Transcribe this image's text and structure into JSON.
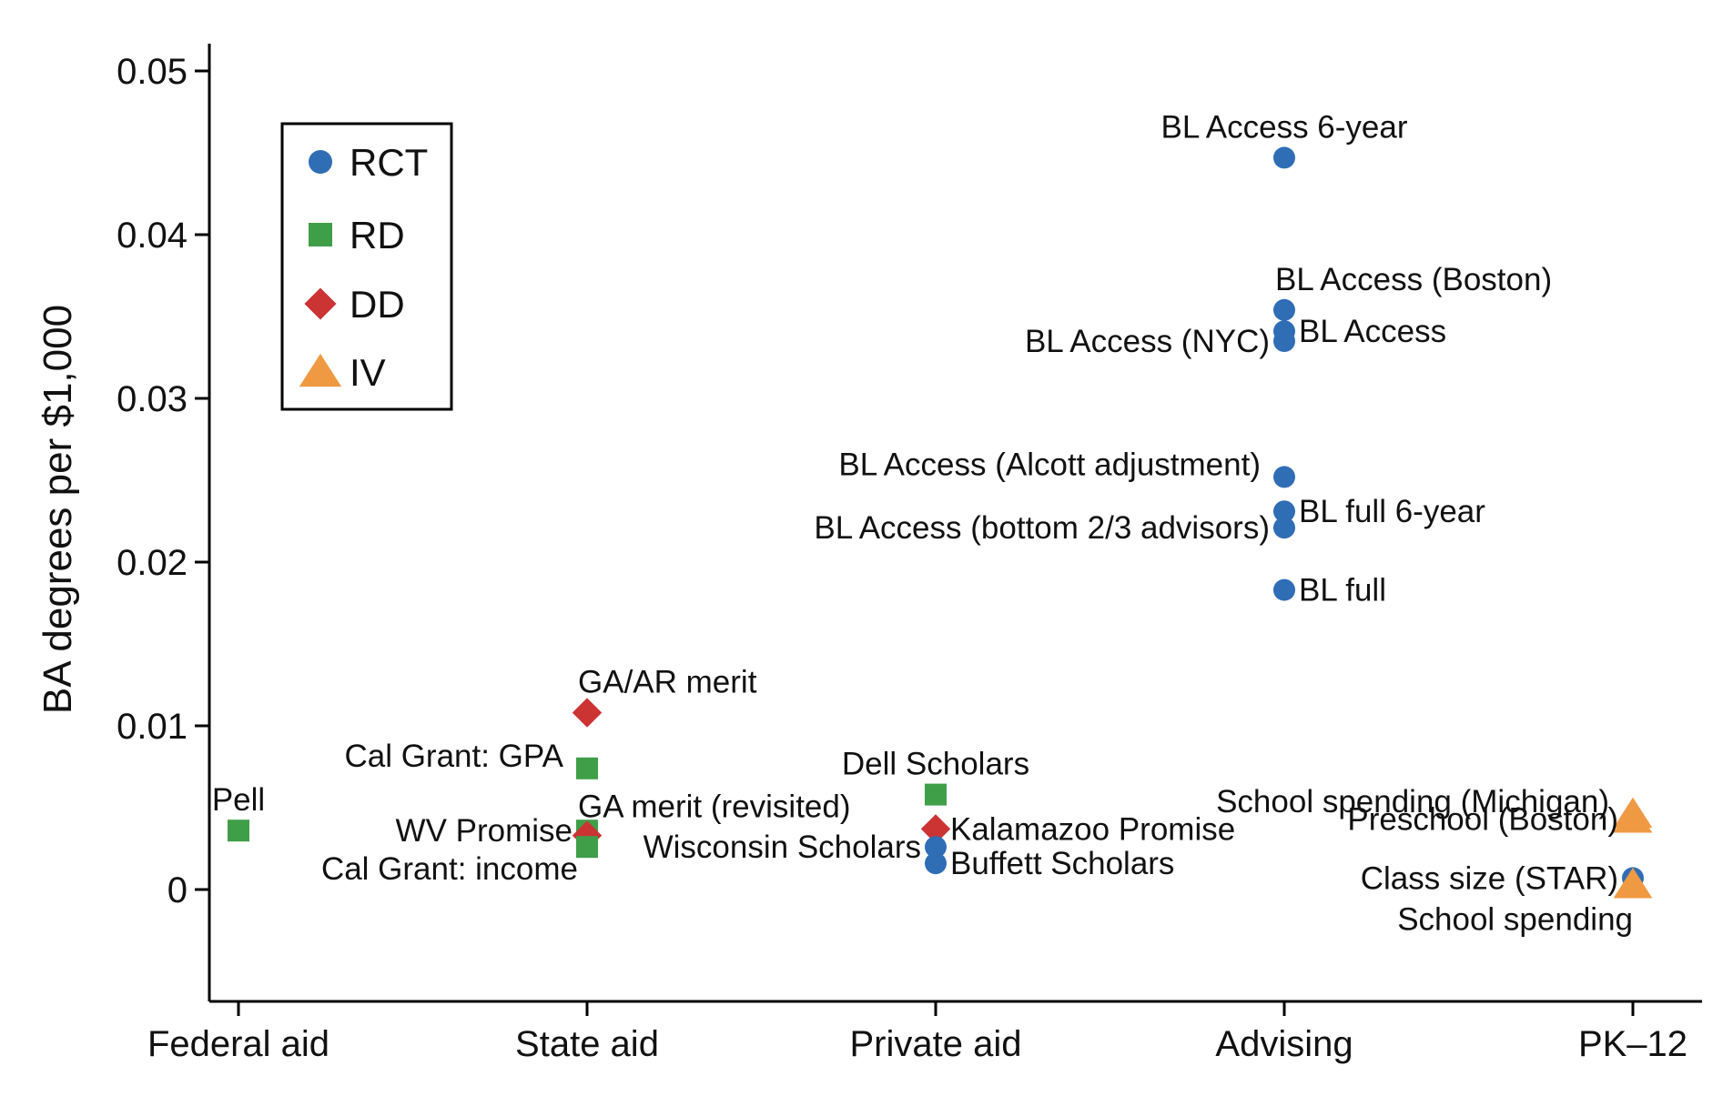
{
  "chart_data": {
    "type": "scatter",
    "title": "",
    "xlabel": "",
    "ylabel": "BA degrees per $1,000",
    "categories": [
      "Federal aid",
      "State aid",
      "Private aid",
      "Advising",
      "PK–12"
    ],
    "ylim": [
      -0.0065,
      0.052
    ],
    "yticks": [
      0,
      0.01,
      0.02,
      0.03,
      0.04,
      0.05
    ],
    "ytick_labels": [
      "0",
      "0.01",
      "0.02",
      "0.03",
      "0.04",
      "0.05"
    ],
    "grid": false,
    "legend": {
      "placement": "top-left",
      "entries": [
        {
          "key": "RCT",
          "label": "RCT",
          "marker": "circle",
          "color": "#2f6db5"
        },
        {
          "key": "RD",
          "label": "RD",
          "marker": "square",
          "color": "#3f9f48"
        },
        {
          "key": "DD",
          "label": "DD",
          "marker": "diamond",
          "color": "#cc3333"
        },
        {
          "key": "IV",
          "label": "IV",
          "marker": "triangle",
          "color": "#ef9a43"
        }
      ]
    },
    "points": [
      {
        "label": "Pell",
        "category": "Federal aid",
        "method": "RD",
        "y": 0.0036,
        "label_pos": "above"
      },
      {
        "label": "GA/AR merit",
        "category": "State aid",
        "method": "DD",
        "y": 0.0108,
        "label_pos": "above-right"
      },
      {
        "label": "Cal Grant: GPA",
        "category": "State aid",
        "method": "RD",
        "y": 0.0074,
        "label_pos": "upper-left"
      },
      {
        "label": "WV Promise",
        "category": "State aid",
        "method": "RD",
        "y": 0.0036,
        "label_pos": "left"
      },
      {
        "label": "GA merit (revisited)",
        "category": "State aid",
        "method": "DD",
        "y": 0.0033,
        "label_pos": "upper-right"
      },
      {
        "label": "Cal Grant: income",
        "category": "State aid",
        "method": "RD",
        "y": 0.0026,
        "label_pos": "lower-left"
      },
      {
        "label": "Dell Scholars",
        "category": "Private aid",
        "method": "RD",
        "y": 0.0058,
        "label_pos": "above"
      },
      {
        "label": "Kalamazoo Promise",
        "category": "Private aid",
        "method": "DD",
        "y": 0.0037,
        "label_pos": "right"
      },
      {
        "label": "Wisconsin Scholars",
        "category": "Private aid",
        "method": "RCT",
        "y": 0.0026,
        "label_pos": "left"
      },
      {
        "label": "Buffett Scholars",
        "category": "Private aid",
        "method": "RCT",
        "y": 0.0016,
        "label_pos": "right"
      },
      {
        "label": "BL Access 6-year",
        "category": "Advising",
        "method": "RCT",
        "y": 0.0447,
        "label_pos": "above"
      },
      {
        "label": "BL Access (Boston)",
        "category": "Advising",
        "method": "RCT",
        "y": 0.0354,
        "label_pos": "above-right"
      },
      {
        "label": "BL Access",
        "category": "Advising",
        "method": "RCT",
        "y": 0.0341,
        "label_pos": "right"
      },
      {
        "label": "BL Access (NYC)",
        "category": "Advising",
        "method": "RCT",
        "y": 0.0335,
        "label_pos": "left"
      },
      {
        "label": "BL Access (Alcott adjustment)",
        "category": "Advising",
        "method": "RCT",
        "y": 0.0252,
        "label_pos": "upper-left"
      },
      {
        "label": "BL full 6-year",
        "category": "Advising",
        "method": "RCT",
        "y": 0.0231,
        "label_pos": "right"
      },
      {
        "label": "BL Access (bottom 2/3 advisors)",
        "category": "Advising",
        "method": "RCT",
        "y": 0.0221,
        "label_pos": "left"
      },
      {
        "label": "BL full",
        "category": "Advising",
        "method": "RCT",
        "y": 0.0183,
        "label_pos": "right"
      },
      {
        "label": "School spending (Michigan)",
        "category": "PK–12",
        "method": "IV",
        "y": 0.0046,
        "label_pos": "upper-left"
      },
      {
        "label": "Preschool (Boston)",
        "category": "PK–12",
        "method": "IV",
        "y": 0.0043,
        "label_pos": "left"
      },
      {
        "label": "Class size (STAR)",
        "category": "PK–12",
        "method": "RCT",
        "y": 0.0007,
        "label_pos": "left"
      },
      {
        "label": "School spending",
        "category": "PK–12",
        "method": "IV",
        "y": 0.0003,
        "label_pos": "below-left"
      }
    ]
  }
}
